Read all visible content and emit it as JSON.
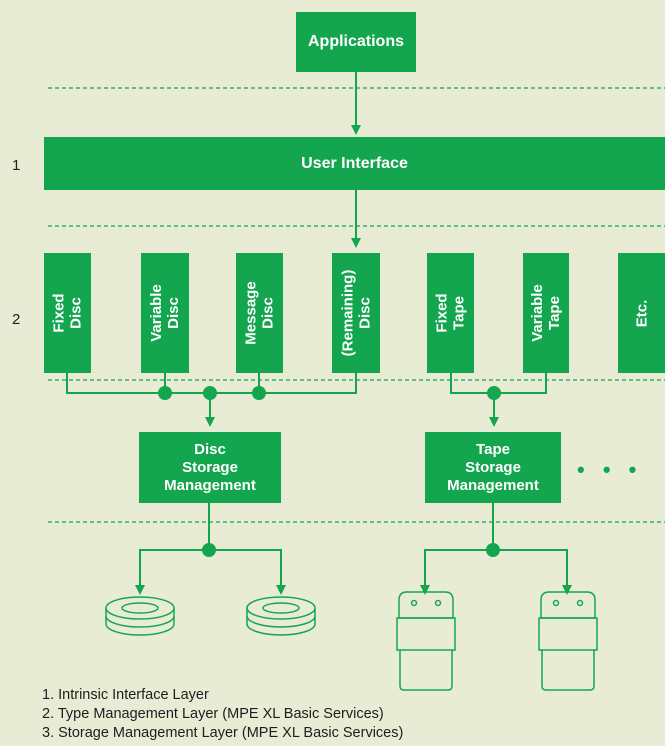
{
  "top_box": "Applications",
  "layer1": {
    "number": "1",
    "label": "User Interface"
  },
  "layer2": {
    "number": "2",
    "types": [
      "Fixed\nDisc",
      "Variable\nDisc",
      "Message\nDisc",
      "(Remaining)\nDisc",
      "Fixed\nTape",
      "Variable\nTape",
      "Etc."
    ]
  },
  "storage": {
    "disc": "Disc\nStorage\nManagement",
    "tape": "Tape\nStorage\nManagement",
    "more": "• • •"
  },
  "devices": [
    "disc-drive-icon",
    "disc-drive-icon",
    "tape-drive-icon",
    "tape-drive-icon"
  ],
  "legend": [
    "1. Intrinsic Interface Layer",
    "2. Type Management Layer (MPE XL Basic Services)",
    "3. Storage Management Layer (MPE XL Basic Services)"
  ],
  "colors": {
    "box": "#14a64f",
    "line": "#14a64f",
    "background": "#e9ecd5"
  }
}
